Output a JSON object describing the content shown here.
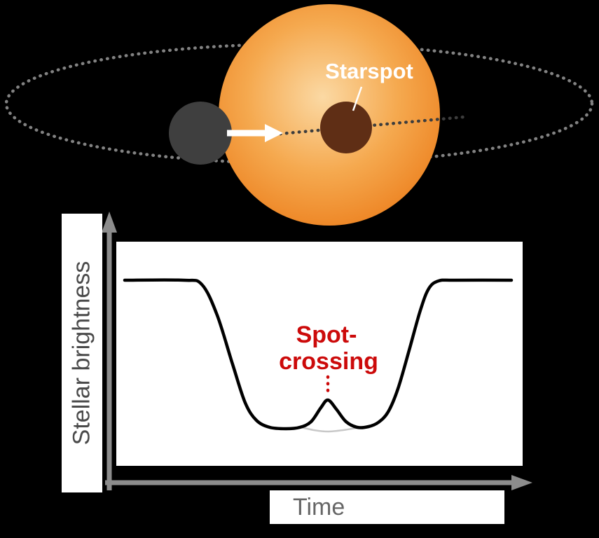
{
  "figure": {
    "background": "#000000",
    "labels": {
      "starspot": "Starspot",
      "y_axis": "Stellar brightness",
      "x_axis": "Time",
      "spot_crossing_line1": "Spot-",
      "spot_crossing_line2": "crossing"
    },
    "colors": {
      "star_core": "#FBD9A4",
      "star_mid": "#F5A94F",
      "star_edge": "#ED8322",
      "starspot": "#5F2E15",
      "planet": "#3F3F3F",
      "orbit": "#828282",
      "orbit_behind_star": "#3D3D3D",
      "axis": "#8C8C8C",
      "curve": "#000000",
      "no_spot_curve": "#C8C8C8",
      "annotation": "#CC0A0A",
      "arrow": "#FFFFFF"
    }
  },
  "chart_data": {
    "type": "line",
    "xlabel": "Time",
    "ylabel": "Stellar brightness",
    "annotation": "Spot-crossing",
    "axes": {
      "gridlines": false,
      "tick_labels": false
    },
    "curve_points": [
      [
        178,
        400
      ],
      [
        262,
        400
      ],
      [
        288,
        406
      ],
      [
        310,
        450
      ],
      [
        332,
        520
      ],
      [
        350,
        575
      ],
      [
        366,
        600
      ],
      [
        385,
        610
      ],
      [
        408,
        612
      ],
      [
        428,
        610
      ],
      [
        444,
        602
      ],
      [
        458,
        582
      ],
      [
        468,
        571
      ],
      [
        480,
        584
      ],
      [
        494,
        602
      ],
      [
        510,
        610
      ],
      [
        526,
        609
      ],
      [
        540,
        603
      ],
      [
        554,
        588
      ],
      [
        568,
        555
      ],
      [
        584,
        500
      ],
      [
        600,
        443
      ],
      [
        612,
        412
      ],
      [
        626,
        401
      ],
      [
        650,
        400
      ],
      [
        730,
        400
      ]
    ],
    "no_spot_points": [
      [
        426,
        609
      ],
      [
        448,
        614
      ],
      [
        468,
        616
      ],
      [
        490,
        614
      ],
      [
        514,
        610
      ]
    ]
  }
}
